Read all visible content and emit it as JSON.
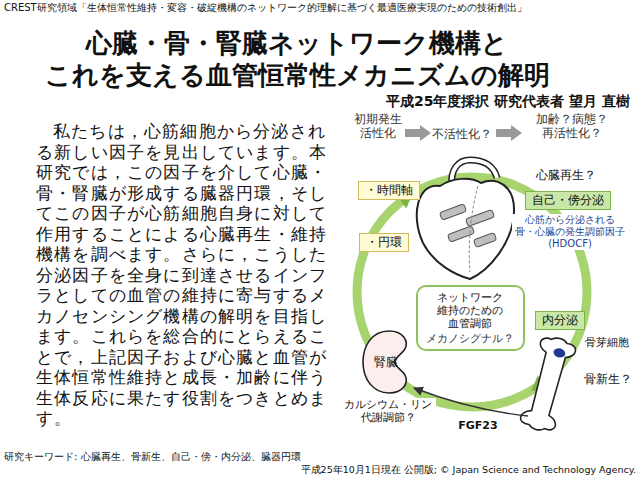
{
  "diagram": {
    "title": "心臓・骨・腎臓ネットワーク機構と これを支える血管恒常性メカニズムの解明",
    "nodes": [
      {
        "text": [
          "・時間軸"
        ]
      },
      {
        "text": [
          "・円環"
        ]
      },
      {
        "text": [
          "自己・傍分泌"
        ]
      },
      {
        "text": [
          "ネットワーク 維持のための 血管調節",
          "メカノシグナル？"
        ]
      },
      {
        "text": [
          "内分泌"
        ]
      },
      {
        "text": [
          "腎臓"
        ]
      }
    ],
    "labels": [
      "CREST研究領域「生体恒常性維持・変容・破綻機構のネットワーク的理解に基づく最適医療実現のための技術創出」",
      "平成25年度採択 研究代表者 望月 直樹",
      "私たちは，心筋細胞から分泌される新しい因子を見出しています。本研究では，この因子を介して心臓・骨・腎臓が形成する臓器円環，そしてこの因子が心筋細胞自身に対して作用することによる心臓再生・維持機構を調べます。さらに，こうした分泌因子を全身に到達させるインフラとしての血管の維持に寄与するメカノセンシング機構の解明を目指します。これらを総合的にとらえることで，上記因子および心臓と血管が生体恒常性維持と成長・加齢に伴う生体反応に果たす役割をつきとめます。",
      "初期発生 活性化",
      "不活性化？",
      "加齢？病態？ 再活性化？",
      "心臓再生？",
      "心筋から分泌される 骨・心臓の発生調節因子 (HDOCF)",
      "骨芽細胞",
      "骨新生？",
      "カルシウム・リン 代謝調節？",
      "FGF23",
      "研究キーワード: 心臓再生、骨新生、自己・傍・内分泌、臓器円環",
      "平成25年10月1日現在 公開版; © Japan Science and Technology Agency."
    ]
  }
}
